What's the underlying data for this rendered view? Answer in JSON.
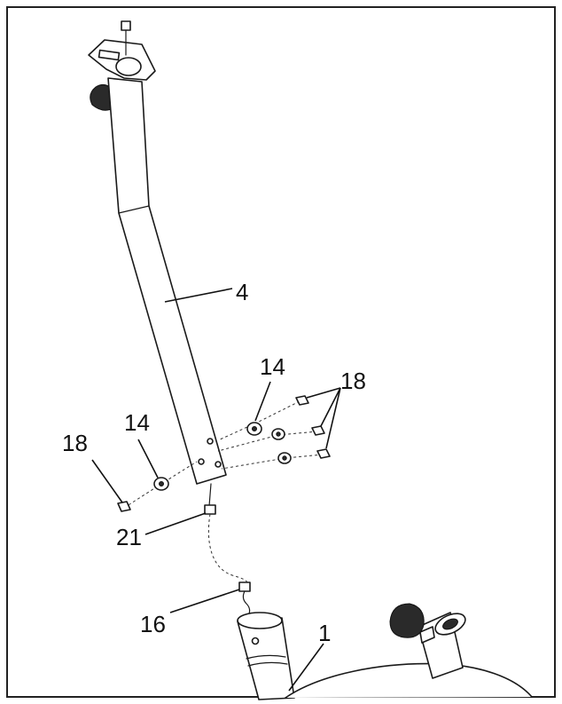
{
  "callouts": {
    "seat_post": "4",
    "washer_upper": "14",
    "bolts_right": "18",
    "washer_lower": "14",
    "bolt_left": "18",
    "wire_lower": "21",
    "wire_upper": "16",
    "frame": "1"
  }
}
